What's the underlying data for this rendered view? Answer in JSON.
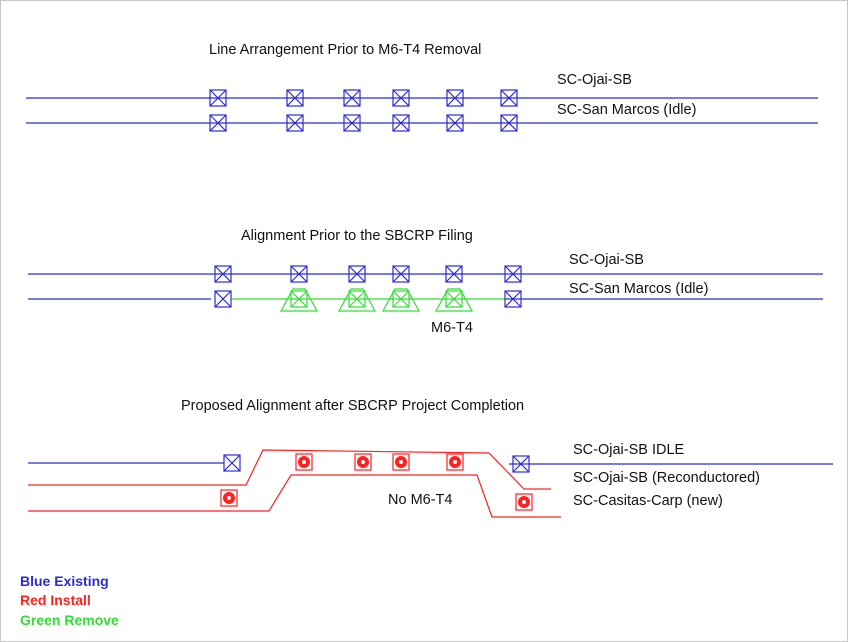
{
  "colors": {
    "existing": "#2b2bd6",
    "install": "#ff2020",
    "remove": "#33dd33",
    "text": "#111111"
  },
  "section1": {
    "title": "Line Arrangement Prior to M6-T4 Removal",
    "line_top_label": "SC-Ojai-SB",
    "line_bottom_label": "SC-San Marcos (Idle)"
  },
  "section2": {
    "title": "Alignment Prior to the SBCRP Filing",
    "line_top_label": "SC-Ojai-SB",
    "line_bottom_label": "SC-San Marcos (Idle)",
    "structure_label": "M6-T4"
  },
  "section3": {
    "title": "Proposed Alignment after SBCRP Project Completion",
    "line_1_label": "SC-Ojai-SB IDLE",
    "line_2_label": "SC-Ojai-SB (Reconductored)",
    "line_3_label": "SC-Casitas-Carp (new)",
    "note": "No M6-T4"
  },
  "legend": {
    "existing": "Blue Existing",
    "install": "Red Install",
    "remove": "Green Remove"
  }
}
